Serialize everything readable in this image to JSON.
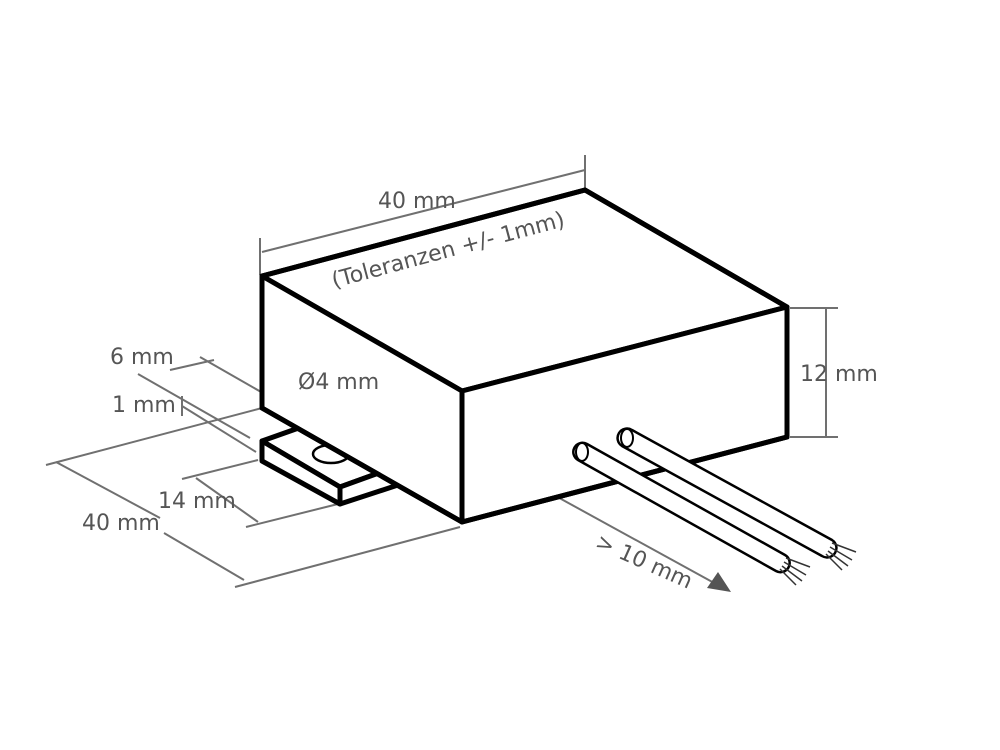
{
  "dimensions": {
    "top_width": "40 mm",
    "tolerance": "(Toleranzen +/- 1mm)",
    "height": "12 mm",
    "depth": "40 mm",
    "hole_diameter": "Ø4 mm",
    "tab_length": "6 mm",
    "tab_thickness": "1 mm",
    "tab_width": "14 mm",
    "cable_length": "> 10 mm"
  },
  "colors": {
    "outline": "#000000",
    "dimension": "#707070",
    "text": "#555555",
    "background": "#ffffff"
  }
}
